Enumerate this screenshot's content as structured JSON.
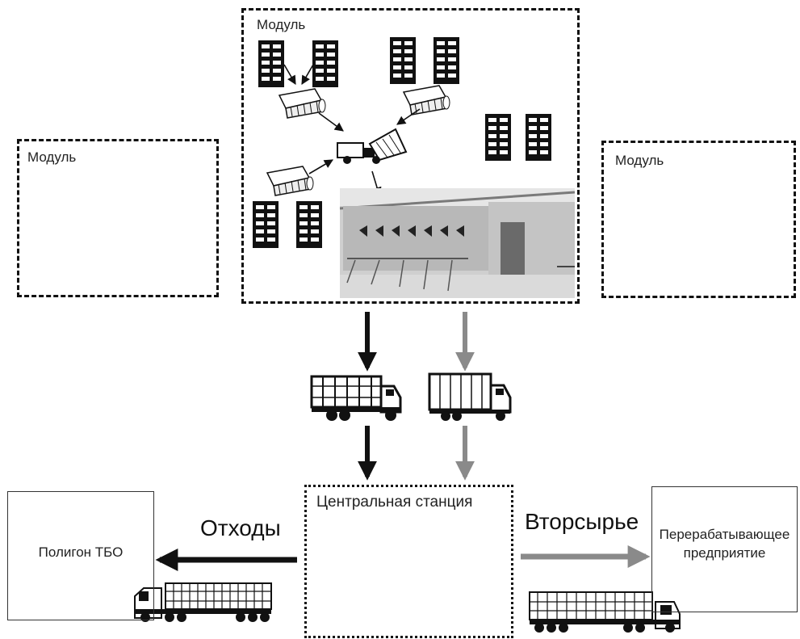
{
  "modules": {
    "center_label": "Модуль",
    "left_label": "Модуль",
    "right_label": "Модуль"
  },
  "central_station": {
    "label": "Центральная станция"
  },
  "landfill": {
    "label": "Полигон ТБО"
  },
  "processing_plant": {
    "label": "Перерабатывающее предприятие"
  },
  "flows": {
    "waste_label": "Отходы",
    "recyclables_label": "Вторсырье"
  },
  "colors": {
    "waste_flow": "#111111",
    "recyclables_flow": "#8a8a8a"
  }
}
